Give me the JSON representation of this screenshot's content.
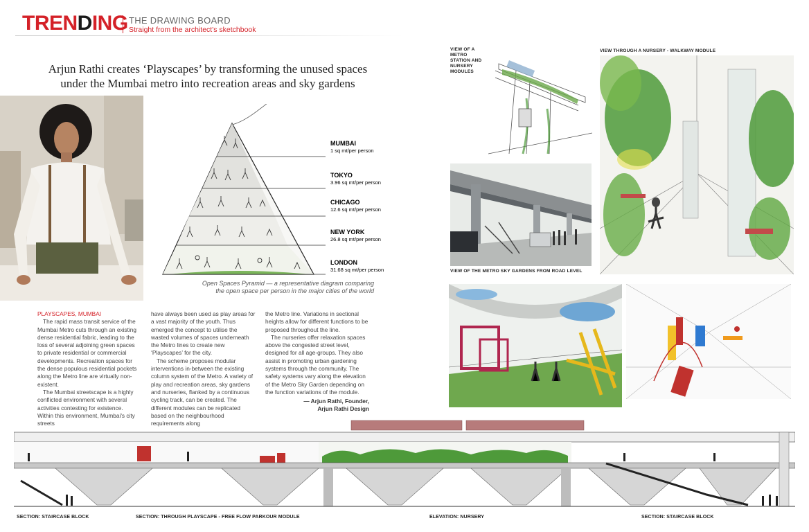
{
  "header": {
    "brand_part1": "TREN",
    "brand_part2": "D",
    "brand_part3": "ING",
    "section_title": "THE DRAWING BOARD",
    "section_subtitle": "Straight from the architect's sketchbook"
  },
  "headline": "Arjun Rathi creates ‘Playscapes’ by transforming the unused spaces under the Mumbai metro into recreation areas and sky gardens",
  "pyramid": {
    "levels": [
      {
        "city": "MUMBAI",
        "value": "1 sq mt/per person"
      },
      {
        "city": "TOKYO",
        "value": "3.96 sq mt/per person"
      },
      {
        "city": "CHICAGO",
        "value": "12.6 sq mt/per person"
      },
      {
        "city": "NEW YORK",
        "value": "26.8 sq mt/per person"
      },
      {
        "city": "LONDON",
        "value": "31.68 sq mt/per person"
      }
    ],
    "caption": "Open Spaces Pyramid — a representative diagram comparing the open space per person in the major cities of the world"
  },
  "article": {
    "heading": "PLAYSCAPES, MUMBAI",
    "col1": [
      "The rapid mass transit service of the Mumbai Metro cuts through an existing dense residential fabric, leading to the loss of several adjoining green spaces to private residential or commercial developments. Recreation spaces for the dense populous residential pockets along the Metro line are virtually non-existent.",
      "The Mumbai streetscape is a highly conflicted environment with several activities contesting for existence. Within this environment, Mumbai's city streets"
    ],
    "col2": [
      "have always been used as play areas for a vast majority of the youth. Thus emerged the concept to utilise the wasted volumes of spaces underneath the Metro lines to create new ‘Playscapes’ for the city.",
      "The scheme proposes modular interventions in-between the existing column system of the Metro. A variety of play and recreation areas, sky gardens and nurseries, flanked by a continuous cycling track, can be created. The different modules can be replicated based on the neighbourhood requirements along"
    ],
    "col3": [
      "the Metro line. Variations in sectional heights allow for different functions to be proposed throughout the line.",
      "The nurseries offer relaxation spaces above the congested street level, designed for all age-groups. They also assist in promoting urban gardening systems through the community. The safety systems vary along the elevation of the Metro Sky Garden depending on the function variations of the module."
    ],
    "signature_line1": "— Arjun Rathi, Founder,",
    "signature_line2": "Arjun Rathi Design"
  },
  "sketches": {
    "metro_station_label": "VIEW OF A METRO STATION AND NURSERY MODULES",
    "nursery_walkway_label": "VIEW THROUGH A NURSERY - WALKWAY MODULE",
    "sky_gardens_label": "VIEW OF THE METRO SKY GARDENS FROM ROAD LEVEL"
  },
  "elevation_labels": {
    "staircase_left": "SECTION: STAIRCASE BLOCK",
    "playscape": "SECTION: THROUGH PLAYSCAPE - FREE FLOW PARKOUR MODULE",
    "nursery": "ELEVATION: NURSERY",
    "staircase_right": "SECTION: STAIRCASE BLOCK"
  },
  "colors": {
    "brand_red": "#d42128",
    "text_dark": "#222222",
    "sketch_green": "#4e9a3a"
  }
}
